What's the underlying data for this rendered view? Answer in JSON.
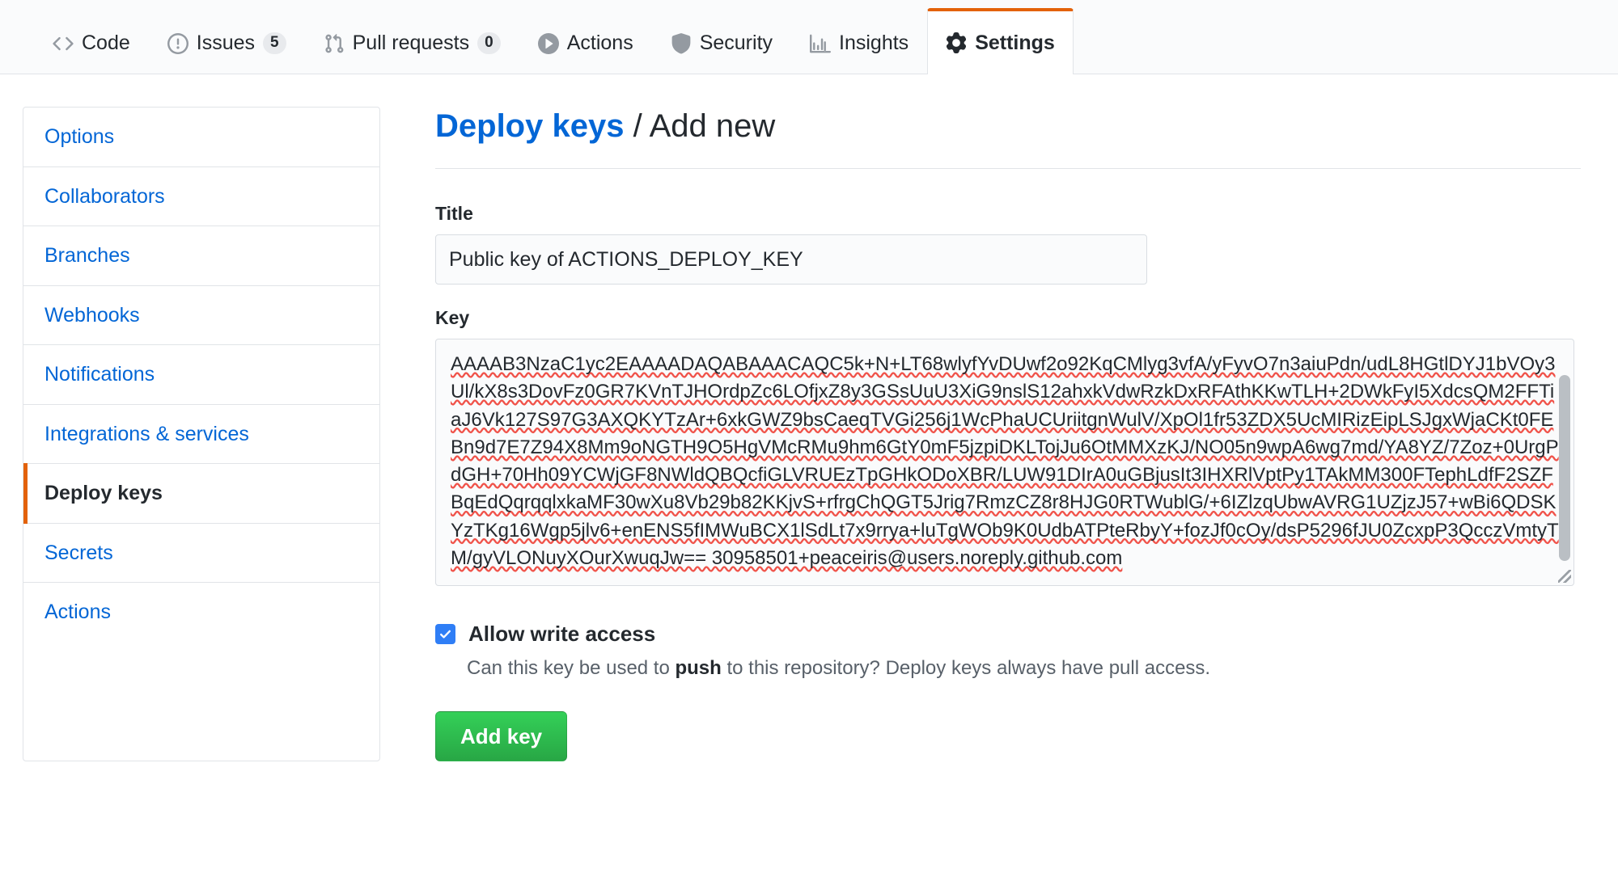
{
  "repo_nav": {
    "items": [
      {
        "label": "Code",
        "icon": "code-icon",
        "count": null,
        "selected": false
      },
      {
        "label": "Issues",
        "icon": "issue-opened-icon",
        "count": "5",
        "selected": false
      },
      {
        "label": "Pull requests",
        "icon": "git-pull-request-icon",
        "count": "0",
        "selected": false
      },
      {
        "label": "Actions",
        "icon": "play-icon",
        "count": null,
        "selected": false
      },
      {
        "label": "Security",
        "icon": "shield-icon",
        "count": null,
        "selected": false
      },
      {
        "label": "Insights",
        "icon": "graph-icon",
        "count": null,
        "selected": false
      },
      {
        "label": "Settings",
        "icon": "gear-icon",
        "count": null,
        "selected": true
      }
    ],
    "selected_accent": "#e36209"
  },
  "sidebar": {
    "items": [
      {
        "label": "Options",
        "active": false
      },
      {
        "label": "Collaborators",
        "active": false
      },
      {
        "label": "Branches",
        "active": false
      },
      {
        "label": "Webhooks",
        "active": false
      },
      {
        "label": "Notifications",
        "active": false
      },
      {
        "label": "Integrations & services",
        "active": false
      },
      {
        "label": "Deploy keys",
        "active": true
      },
      {
        "label": "Secrets",
        "active": false
      },
      {
        "label": "Actions",
        "active": false
      }
    ],
    "link_color": "#0366d6",
    "active_accent": "#e36209"
  },
  "main": {
    "breadcrumb_link": "Deploy keys",
    "breadcrumb_separator": "/",
    "breadcrumb_current": "Add new",
    "title_field": {
      "label": "Title",
      "value": "Public key of ACTIONS_DEPLOY_KEY",
      "placeholder": ""
    },
    "key_field": {
      "label": "Key",
      "value": "AAAAB3NzaC1yc2EAAAADAQABAAACAQC5k+N+LT68wlyfYvDUwf2o92KqCMlyg3vfA/yFyvO7n3aiuPdn/udL8HGtlDYJ1bVOy3Ul/kX8s3DovFz0GR7KVnTJHOrdpZc6LOfjxZ8y3GSsUuU3XiG9nslS12ahxkVdwRzkDxRFAthKKwTLH+2DWkFyI5XdcsQM2FFTiaJ6Vk127S97G3AXQKYTzAr+6xkGWZ9bsCaeqTVGi256j1WcPhaUCUriitgnWulV/XpOl1fr53ZDX5UcMIRizEipLSJgxWjaCKt0FEBn9d7E7Z94X8Mm9oNGTH9O5HgVMcRMu9hm6GtY0mF5jzpiDKLTojJu6OtMMXzKJ/NO05n9wpA6wg7md/YA8YZ/7Zoz+0UrgPdGH+70Hh09YCWjGF8NWldQBQcfiGLVRUEzTpGHkODoXBR/LUW91DIrA0uGBjusIt3IHXRlVptPy1TAkMM300FTephLdfF2SZFBqEdQqrqqlxkaMF30wXu8Vb29b82KKjvS+rfrgChQGT5Jrig7RmzCZ8r8HJG0RTWublG/+6IZlzqUbwAVRG1UZjzJ57+wBi6QDSKYzTKg16Wgp5jlv6+enENS5fIMWuBCX1lSdLt7x9rrya+luTgWOb9K0UdbATPteRbyY+fozJf0cOy/dsP5296fJU0ZcxpP3QcczVmtyTM/gyVLONuyXOurXwuqJw== 30958501+peaceiris@users.noreply.github.com"
    },
    "write_access": {
      "label": "Allow write access",
      "checked": true,
      "help_prefix": "Can this key be used to ",
      "help_bold": "push",
      "help_suffix": " to this repository? Deploy keys always have pull access."
    },
    "submit_label": "Add key",
    "submit_color": "#28a745"
  }
}
